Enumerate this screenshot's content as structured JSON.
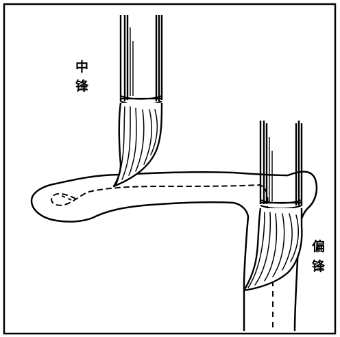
{
  "labels": {
    "center_tip": [
      "中",
      "锋"
    ],
    "side_tip": [
      "偏",
      "锋"
    ]
  },
  "colors": {
    "ink": "#000000",
    "paper": "#ffffff"
  }
}
